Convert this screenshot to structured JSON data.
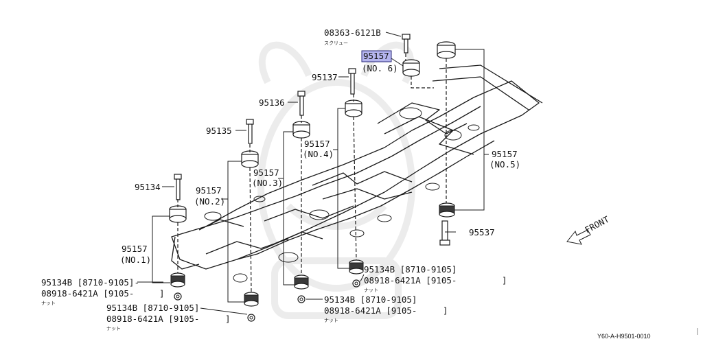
{
  "diagram": {
    "parts": {
      "screw": {
        "code": "08363-6121B",
        "note": "スクリュー"
      },
      "p95157_no6": {
        "code": "95157",
        "sub": "(NO. 6)"
      },
      "p95137": {
        "code": "95137"
      },
      "p95136": {
        "code": "95136"
      },
      "p95135": {
        "code": "95135"
      },
      "p95134": {
        "code": "95134"
      },
      "p95157_no4": {
        "code": "95157",
        "sub": "(NO.4)"
      },
      "p95157_no3": {
        "code": "95157",
        "sub": "(NO.3)"
      },
      "p95157_no2": {
        "code": "95157",
        "sub": "(NO.2)"
      },
      "p95157_no1": {
        "code": "95157",
        "sub": "(NO.1)"
      },
      "p95157_no5": {
        "code": "95157",
        "sub": "(NO.5)"
      },
      "p95537": {
        "code": "95537"
      }
    },
    "nut_groups": [
      {
        "line1": "95134B [8710-9105]-",
        "line2": "08918-6421A [9105-",
        "bracket": "]",
        "note": "ナット"
      },
      {
        "line1": "95134B [8710-9105]",
        "line2": "08918-6421A [9105-",
        "bracket": "]",
        "note": "ナット"
      },
      {
        "line1": "95134B [8710-9105]",
        "line2": "08918-6421A [9105-",
        "bracket": "]",
        "note": "ナット"
      },
      {
        "line1": "95134B [8710-9105]",
        "line2": "08918-6421A [9105-",
        "bracket": "]",
        "note": "ナット"
      }
    ],
    "front_label": "FRONT",
    "diagram_id": "Y60-A-H9501-0010"
  },
  "colors": {
    "highlight": "#b5b5ee",
    "ink": "#1a1a1a"
  }
}
